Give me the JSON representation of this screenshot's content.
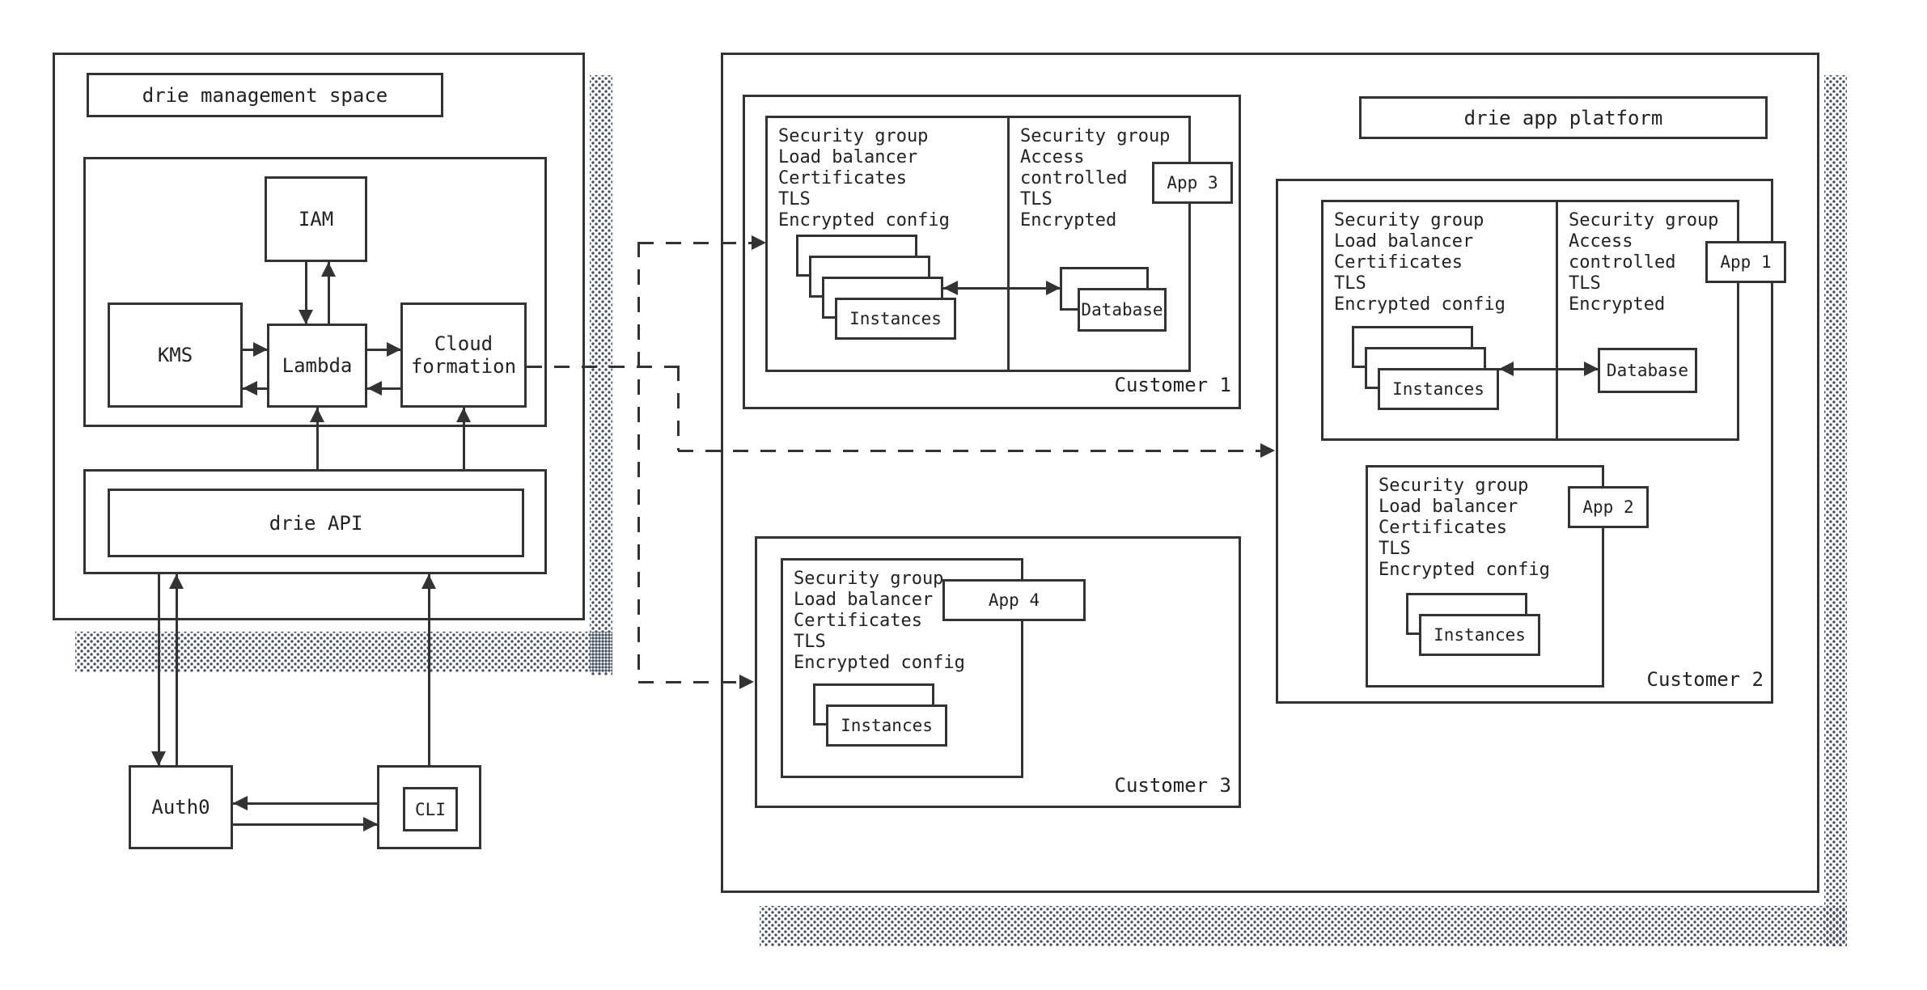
{
  "colors": {
    "line": "#333333",
    "text": "#222222",
    "background": "#ffffff"
  },
  "management": {
    "title": "drie management space",
    "iam": "IAM",
    "kms": "KMS",
    "lambda": "Lambda",
    "cloudformation": "Cloud\nformation",
    "api": "drie API",
    "auth0": "Auth0",
    "cli": "CLI"
  },
  "platform": {
    "title": "drie app platform",
    "customer1": {
      "label": "Customer 1",
      "web_panel": [
        "Security group",
        "Load balancer",
        "Certificates",
        "TLS",
        "Encrypted config"
      ],
      "data_panel": [
        "Security group",
        "Access",
        "controlled",
        "TLS",
        "Encrypted"
      ],
      "app": "App 3",
      "instances": "Instances",
      "database": "Database"
    },
    "customer2": {
      "label": "Customer 2",
      "web_panel": [
        "Security group",
        "Load balancer",
        "Certificates",
        "TLS",
        "Encrypted config"
      ],
      "data_panel": [
        "Security group",
        "Access",
        "controlled",
        "TLS",
        "Encrypted"
      ],
      "app1": "App 1",
      "instances": "Instances",
      "database": "Database",
      "app2_panel": [
        "Security group",
        "Load balancer",
        "Certificates",
        "TLS",
        "Encrypted config"
      ],
      "app2": "App 2",
      "instances2": "Instances"
    },
    "customer3": {
      "label": "Customer 3",
      "web_panel": [
        "Security group",
        "Load balancer",
        "Certificates",
        "TLS",
        "Encrypted config"
      ],
      "app": "App 4",
      "instances": "Instances"
    }
  }
}
